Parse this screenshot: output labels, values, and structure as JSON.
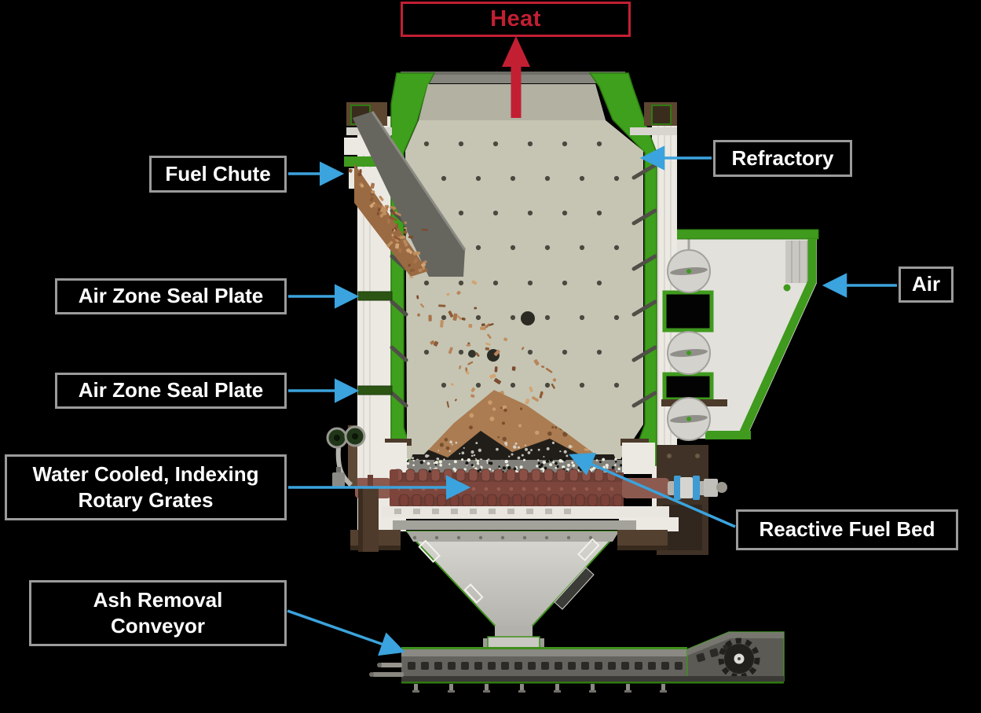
{
  "labels": {
    "heat": "Heat",
    "fuel_chute": "Fuel Chute",
    "refractory": "Refractory",
    "air_zone_seal_plate_top": "Air Zone Seal Plate",
    "air_zone_seal_plate_bottom": "Air Zone Seal Plate",
    "air": "Air",
    "rotary_grates_line1": "Water Cooled, Indexing",
    "rotary_grates_line2": "Rotary Grates",
    "reactive_fuel_bed": "Reactive Fuel Bed",
    "ash_conveyor_line1": "Ash Removal",
    "ash_conveyor_line2": "Conveyor"
  },
  "colors": {
    "background": "#000000",
    "callout_arrow_blue": "#3BA3DD",
    "heat_red": "#C21F33",
    "label_border_gray": "#9B9B9B",
    "label_text_white": "#FFFFFF",
    "machine_green": "#3F9A1E",
    "refractory_beige": "#C6C5B4",
    "grate_maroon": "#7C443B",
    "wood_chip_brown": "#AB7C51",
    "frame_brown": "#53402F"
  }
}
